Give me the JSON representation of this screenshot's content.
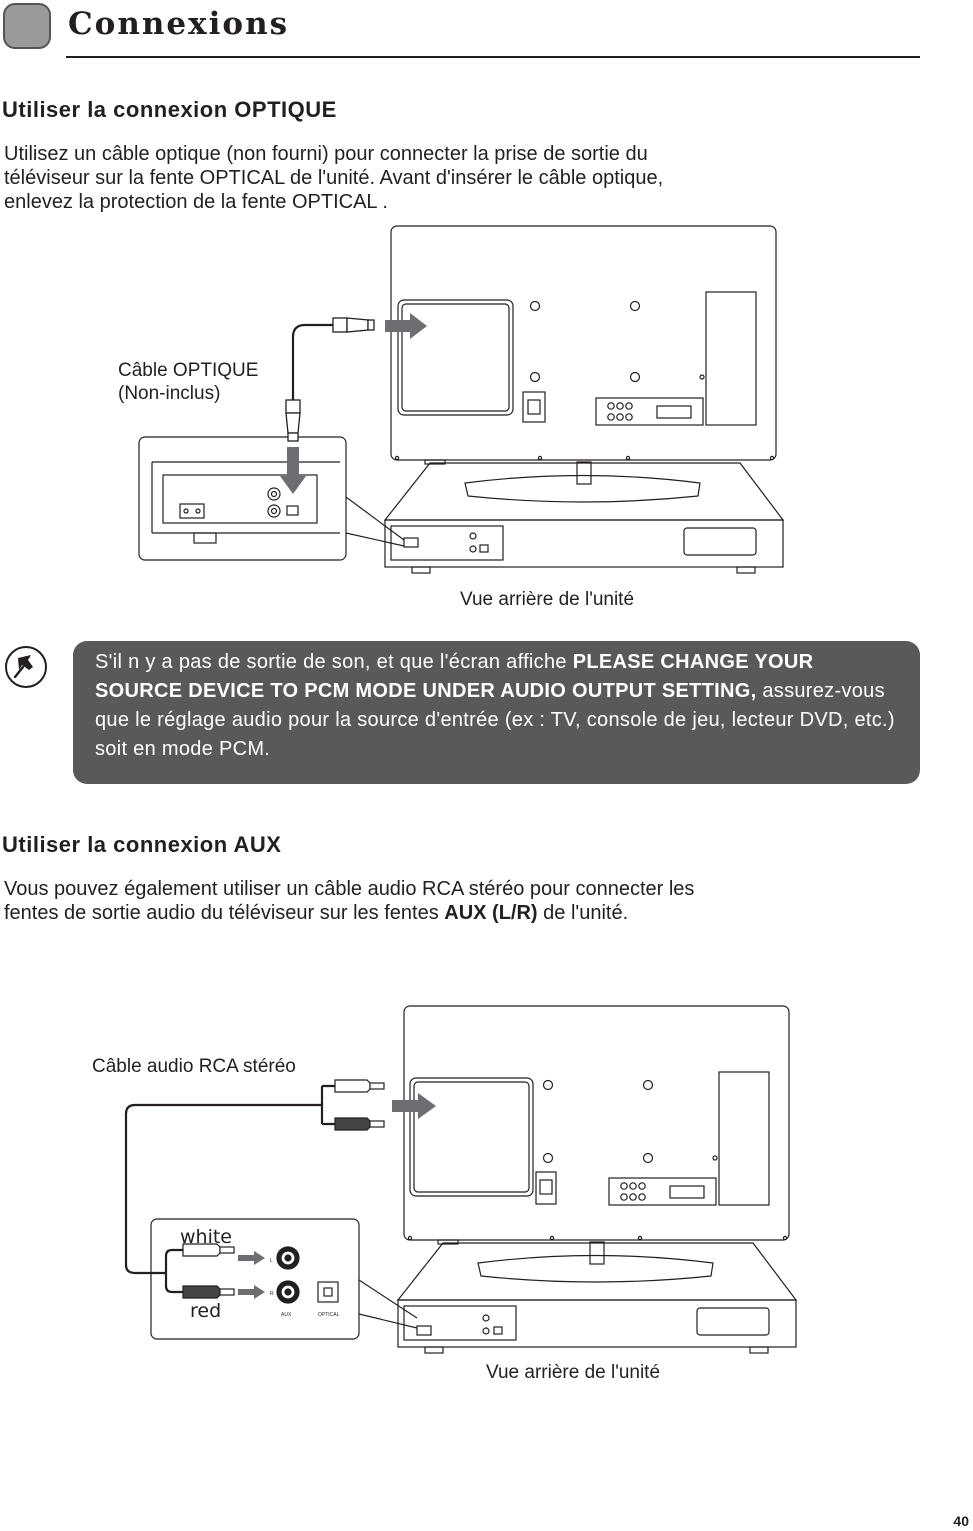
{
  "header": {
    "title": "Connexions"
  },
  "optical": {
    "heading": "Utiliser la connexion OPTIQUE",
    "body_lines": [
      "Utilisez un câble optique (non fourni) pour connecter la prise de sortie du",
      "téléviseur sur la fente OPTICAL de l'unité. Avant d'insérer le câble optique,",
      "enlevez la protection de la fente OPTICAL ."
    ],
    "cable_label_1": "Câble OPTIQUE",
    "cable_label_2": "(Non-inclus)",
    "caption": "Vue arrière de l'unité"
  },
  "note": {
    "text_1": "S'il n y a pas de sortie de son, et que l'écran affiche ",
    "bold": "PLEASE CHANGE YOUR SOURCE DEVICE TO PCM MODE UNDER AUDIO OUTPUT SETTING,",
    "text_2": " assurez-vous que le réglage audio pour la source d'entrée (ex : TV, console de jeu, lecteur DVD, etc.) soit en mode PCM.",
    "icon": "pushpin-icon"
  },
  "aux": {
    "heading": "Utiliser la connexion AUX",
    "body_line_1": "Vous pouvez également utiliser un câble audio RCA stéréo pour connecter les",
    "body_line_2_a": "fentes de sortie audio du téléviseur sur les fentes ",
    "body_line_2_bold": "AUX (L/R)",
    "body_line_2_b": " de l'unité.",
    "cable_label": "Câble audio RCA stéréo",
    "white_label": "white",
    "red_label": "red",
    "jack_l": "L",
    "jack_r": "R",
    "aux_port": "AUX",
    "optical_port": "OPTICAL",
    "caption": "Vue arrière de l'unité"
  },
  "page_number": "40"
}
